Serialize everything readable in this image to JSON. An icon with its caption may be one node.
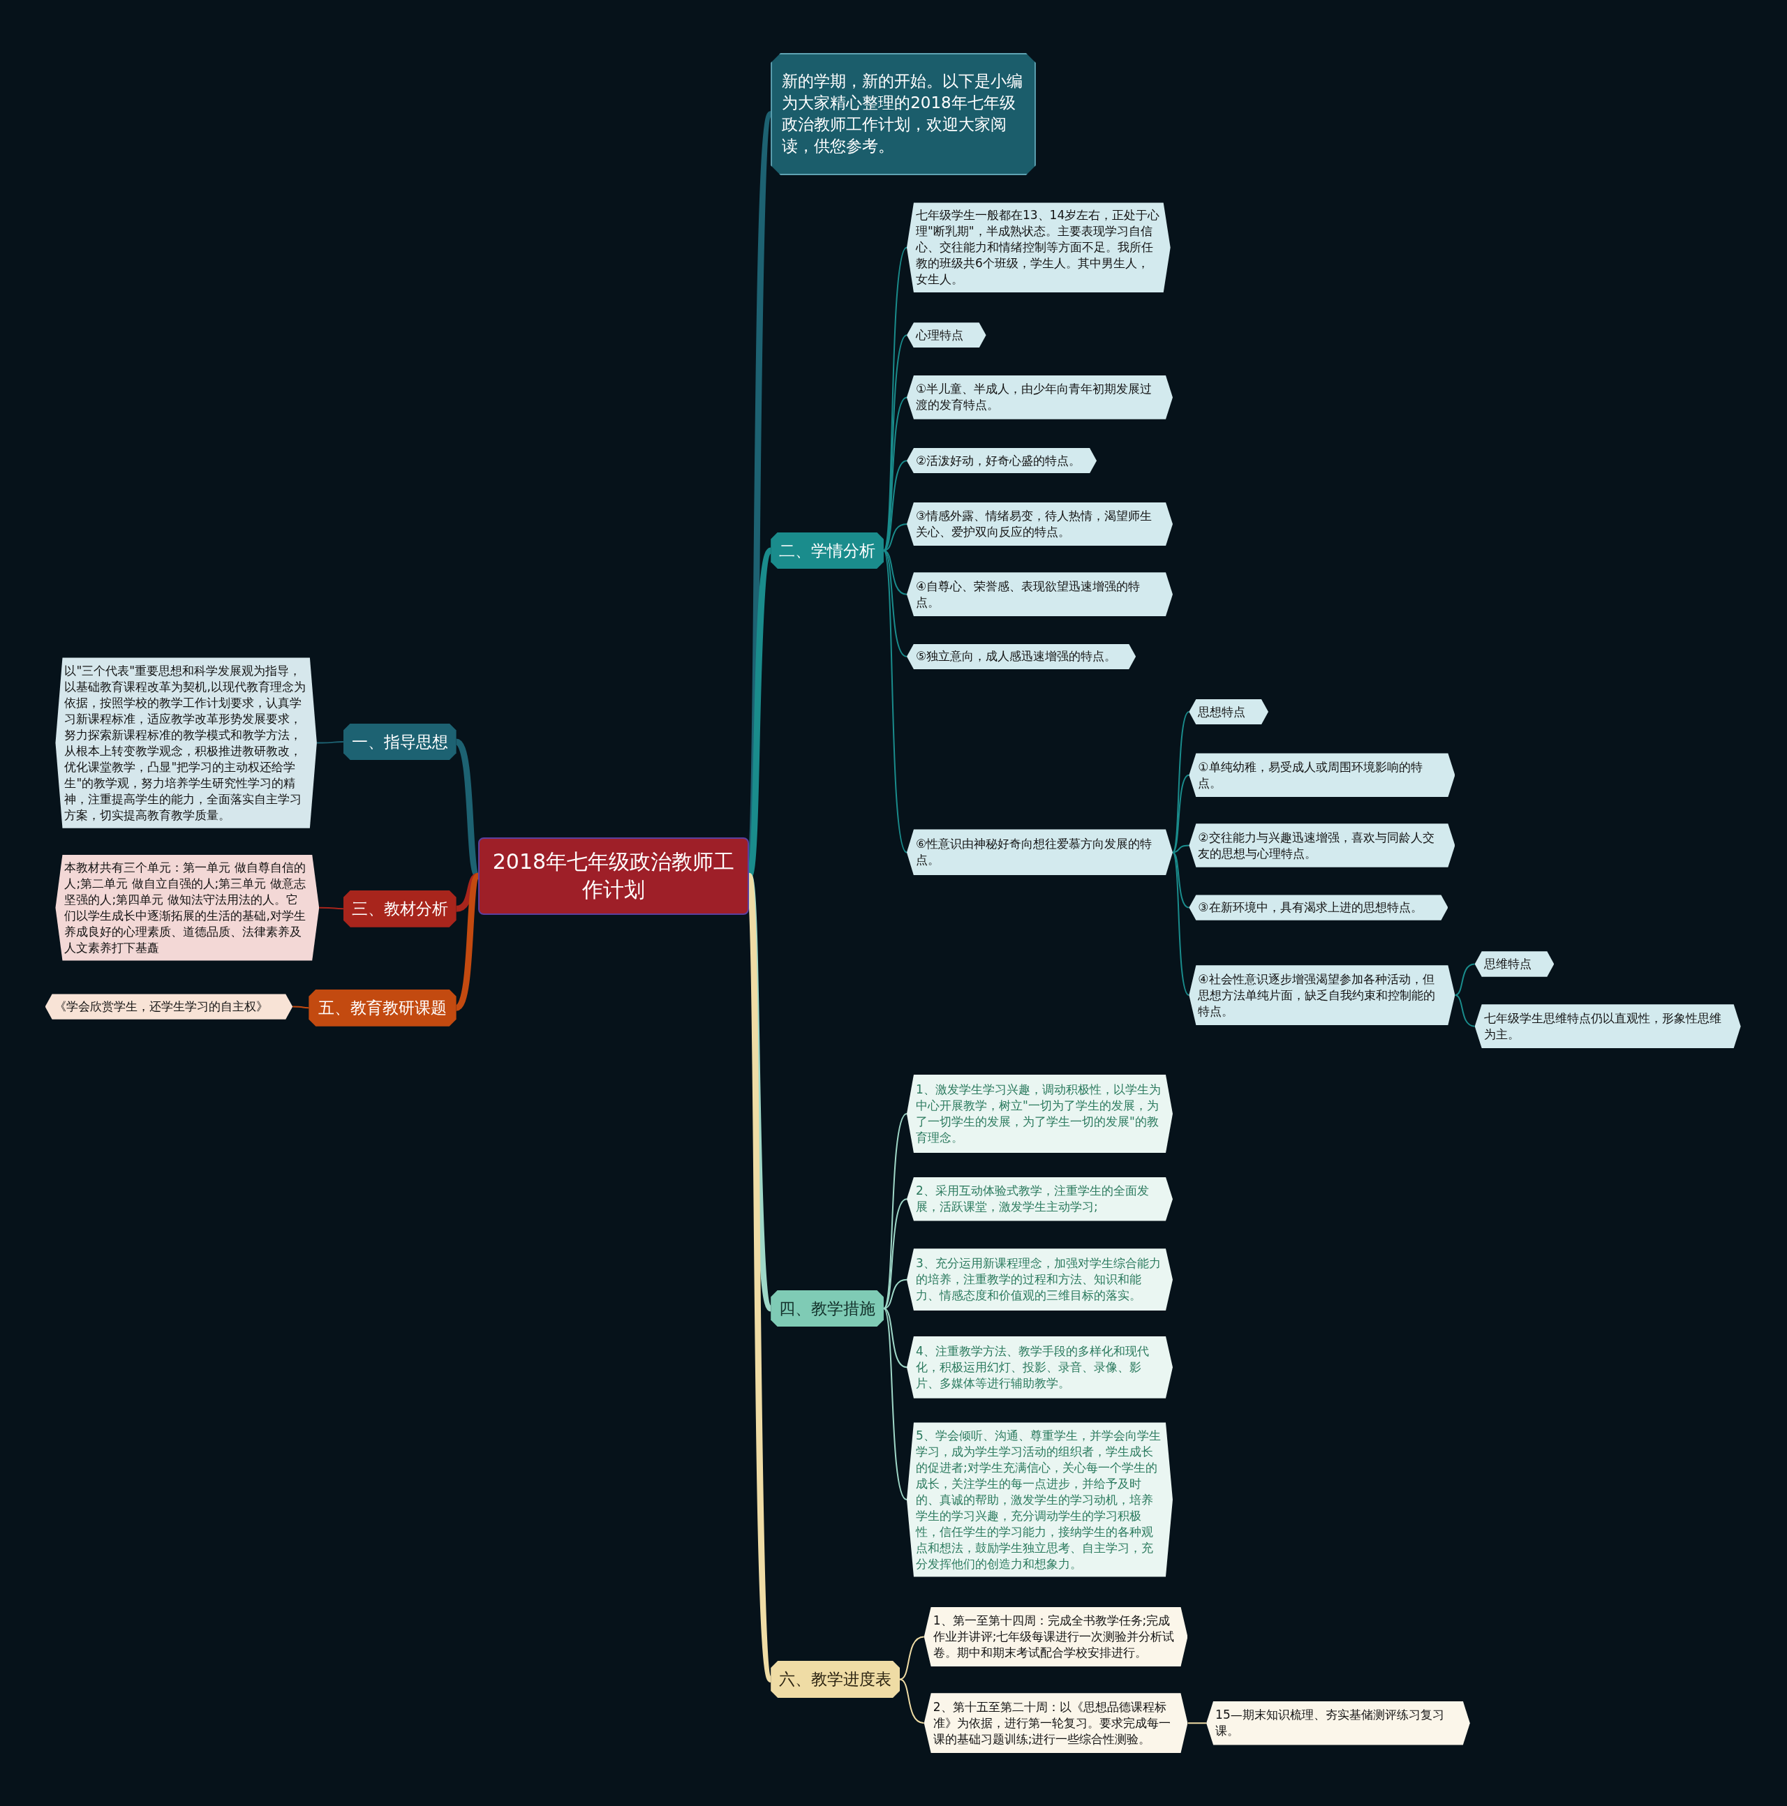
{
  "diagram": {
    "nodes": [
      {
        "text": [
          "2018年七年级政治教师工作计划"
        ]
      },
      {
        "text": [
          "新的学期，新的开始。以下是小编为大家精心整理的2018年七年级政治教师工作计划，欢迎大家阅读，供您参考。"
        ]
      },
      {
        "text": [
          "二、学情分析"
        ]
      },
      {
        "text": [
          "七年级学生一般都在13、14岁左右，正处于心理\"断乳期\"，半成熟状态。主要表现学习自信心、交往能力和情绪控制等方面不足。我所任教的班级共6个班级，学生人。其中男生人，女生人。"
        ]
      },
      {
        "text": [
          "心理特点"
        ]
      },
      {
        "text": [
          "①半儿童、半成人，由少年向青年初期发展过渡的发育特点。"
        ]
      },
      {
        "text": [
          "②活泼好动，好奇心盛的特点。"
        ]
      },
      {
        "text": [
          "③情感外露、情绪易变，待人热情，渴望师生关心、爱护双向反应的特点。"
        ]
      },
      {
        "text": [
          "④自尊心、荣誉感、表现欲望迅速增强的特点。"
        ]
      },
      {
        "text": [
          "⑤独立意向，成人感迅速增强的特点。"
        ]
      },
      {
        "text": [
          "⑥性意识由神秘好奇向想往爱慕方向发展的特点。"
        ]
      },
      {
        "text": [
          "思想特点"
        ]
      },
      {
        "text": [
          "①单纯幼稚，易受成人或周围环境影响的特点。"
        ]
      },
      {
        "text": [
          "②交往能力与兴趣迅速增强，喜欢与同龄人交友的思想与心理特点。"
        ]
      },
      {
        "text": [
          "③在新环境中，具有渴求上进的思想特点。"
        ]
      },
      {
        "text": [
          "④社会性意识逐步增强渴望参加各种活动，但思想方法单纯片面，缺乏自我约束和控制能的特点。"
        ]
      },
      {
        "text": [
          "思维特点"
        ]
      },
      {
        "text": [
          "七年级学生思维特点仍以直观性，形象性思维为主。"
        ]
      },
      {
        "text": [
          "四、教学措施"
        ]
      },
      {
        "text": [
          "1、激发学生学习兴趣，调动积极性，以学生为中心开展教学，树立\"一切为了学生的发展，为了一切学生的发展，为了学生一切的发展\"的教育理念。"
        ]
      },
      {
        "text": [
          "2、采用互动体验式教学，注重学生的全面发展，活跃课堂，激发学生主动学习;"
        ]
      },
      {
        "text": [
          "3、充分运用新课程理念，加强对学生综合能力的培养，注重教学的过程和方法、知识和能力、情感态度和价值观的三维目标的落实。"
        ]
      },
      {
        "text": [
          "4、注重教学方法、教学手段的多样化和现代化，积极运用幻灯、投影、录音、录像、影片、多媒体等进行辅助教学。"
        ]
      },
      {
        "text": [
          "5、学会倾听、沟通、尊重学生，并学会向学生学习，成为学生学习活动的组织者，学生成长的促进者;对学生充满信心，关心每一个学生的成长，关注学生的每一点进步，并给予及时的、真诚的帮助，激发学生的学习动机，培养学生的学习兴趣，充分调动学生的学习积极性，信任学生的学习能力，接纳学生的各种观点和想法，鼓励学生独立思考、自主学习，充分发挥他们的创造力和想象力。"
        ]
      },
      {
        "text": [
          "六、教学进度表"
        ]
      },
      {
        "text": [
          "1、第一至第十四周：完成全书教学任务;完成作业并讲评;七年级每课进行一次测验并分析试卷。期中和期末考试配合学校安排进行。"
        ]
      },
      {
        "text": [
          "2、第十五至第二十周：以《思想品德课程标准》为依据，进行第一轮复习。要求完成每一课的基础习题训练;进行一些综合性测验。"
        ]
      },
      {
        "text": [
          "15—期末知识梳理、夯实基储测评练习复习课。"
        ]
      },
      {
        "text": [
          "一、指导思想"
        ]
      },
      {
        "text": [
          "以\"三个代表\"重要思想和科学发展观为指导，以基础教育课程改革为契机,以现代教育理念为依据，按照学校的教学工作计划要求，认真学习新课程标准，适应教学改革形势发展要求，努力探索新课程标准的教学模式和教学方法，从根本上转变教学观念，积极推进教研教改，优化课堂教学，凸显\"把学习的主动权还给学生\"的教学观，努力培养学生研究性学习的精神，注重提高学生的能力，全面落实自主学习方案，切实提高教育教学质量。"
        ]
      },
      {
        "text": [
          "三、教材分析"
        ]
      },
      {
        "text": [
          "本教材共有三个单元：第一单元 做自尊自信的人;第二单元 做自立自强的人;第三单元 做意志坚强的人;第四单元 做知法守法用法的人。它们以学生成长中逐渐拓展的生活的基础,对学生养成良好的心理素质、道德品质、法律素养及人文素养打下基矗"
        ]
      },
      {
        "text": [
          "五、教育教研课题"
        ]
      },
      {
        "text": [
          "《学会欣赏学生，还学生学习的自主权》"
        ]
      }
    ],
    "edges": [
      {
        "from": 0,
        "to": 1,
        "arrow": "none",
        "style": "thick",
        "color": "#1d6272"
      },
      {
        "from": 0,
        "to": 2,
        "arrow": "none",
        "style": "thick"
      },
      {
        "from": 2,
        "to": 3,
        "arrow": "none"
      },
      {
        "from": 2,
        "to": 4,
        "arrow": "none"
      },
      {
        "from": 2,
        "to": 5,
        "arrow": "none"
      },
      {
        "from": 2,
        "to": 6,
        "arrow": "none"
      },
      {
        "from": 2,
        "to": 7,
        "arrow": "none"
      },
      {
        "from": 2,
        "to": 8,
        "arrow": "none"
      },
      {
        "from": 2,
        "to": 9,
        "arrow": "none"
      },
      {
        "from": 2,
        "to": 10,
        "arrow": "none"
      },
      {
        "from": 10,
        "to": 11,
        "arrow": "none"
      },
      {
        "from": 10,
        "to": 12,
        "arrow": "none"
      },
      {
        "from": 10,
        "to": 13,
        "arrow": "none"
      },
      {
        "from": 10,
        "to": 14,
        "arrow": "none"
      },
      {
        "from": 10,
        "to": 15,
        "arrow": "none"
      },
      {
        "from": 15,
        "to": 16,
        "arrow": "none"
      },
      {
        "from": 15,
        "to": 17,
        "arrow": "none"
      },
      {
        "from": 0,
        "to": 18,
        "arrow": "none",
        "style": "thick",
        "color": "#9fd8c8"
      },
      {
        "from": 18,
        "to": 19,
        "arrow": "none",
        "color": "#9fd8c8"
      },
      {
        "from": 18,
        "to": 20,
        "arrow": "none",
        "color": "#9fd8c8"
      },
      {
        "from": 18,
        "to": 21,
        "arrow": "none",
        "color": "#9fd8c8"
      },
      {
        "from": 18,
        "to": 22,
        "arrow": "none",
        "color": "#9fd8c8"
      },
      {
        "from": 18,
        "to": 23,
        "arrow": "none",
        "color": "#9fd8c8"
      },
      {
        "from": 0,
        "to": 24,
        "arrow": "none",
        "style": "thick",
        "color": "#efdca5"
      },
      {
        "from": 24,
        "to": 25,
        "arrow": "none",
        "color": "#efdca5"
      },
      {
        "from": 24,
        "to": 26,
        "arrow": "none",
        "color": "#efdca5"
      },
      {
        "from": 26,
        "to": 27,
        "arrow": "none",
        "color": "#efdca5"
      },
      {
        "from": 0,
        "to": 28,
        "arrow": "none",
        "style": "thick",
        "color": "#1d6272"
      },
      {
        "from": 28,
        "to": 29,
        "arrow": "none",
        "color": "#1d6272"
      },
      {
        "from": 0,
        "to": 30,
        "arrow": "none",
        "style": "thick",
        "color": "#a8251c"
      },
      {
        "from": 30,
        "to": 31,
        "arrow": "none",
        "color": "#a8251c"
      },
      {
        "from": 0,
        "to": 32,
        "arrow": "none",
        "style": "thick",
        "color": "#c34a10"
      },
      {
        "from": 32,
        "to": 33,
        "arrow": "none",
        "color": "#c34a10"
      }
    ]
  }
}
